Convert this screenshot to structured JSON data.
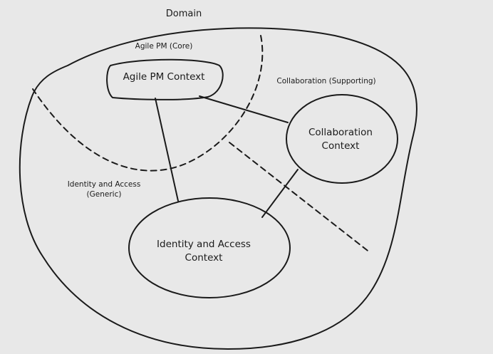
{
  "diagram": {
    "title": "Domain",
    "subdomains": {
      "core": "Agile PM (Core)",
      "supporting": "Collaboration (Supporting)",
      "generic_line1": "Identity and Access",
      "generic_line2": "(Generic)"
    },
    "contexts": {
      "agile_pm": "Agile PM Context",
      "collaboration_line1": "Collaboration",
      "collaboration_line2": "Context",
      "identity_line1": "Identity and Access",
      "identity_line2": "Context"
    },
    "colors": {
      "background": "#e8e8e8",
      "stroke": "#1a1a1a"
    }
  }
}
